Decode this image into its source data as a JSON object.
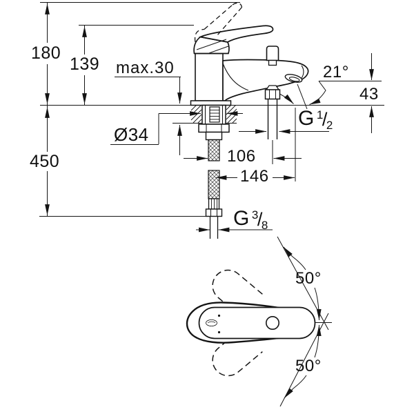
{
  "colors": {
    "background": "#ffffff",
    "line": "#141414"
  },
  "dimensions": {
    "height_total": "180",
    "height_to_lever": "139",
    "max_mounting_thickness": "max.30",
    "hole_diameter": "Ø34",
    "outlet_angle": "21°",
    "outlet_height": "43",
    "shower_outlet_thread": {
      "prefix": "G",
      "numerator": "1",
      "slash": "/",
      "denominator": "2"
    },
    "shower_outlet_reach": "106",
    "spout_reach": "146",
    "hose_length": "450",
    "supply_thread": {
      "prefix": "G",
      "numerator": "3",
      "slash": "/",
      "denominator": "8"
    },
    "swivel_angle_upper": "50°",
    "swivel_angle_lower": "50°"
  }
}
